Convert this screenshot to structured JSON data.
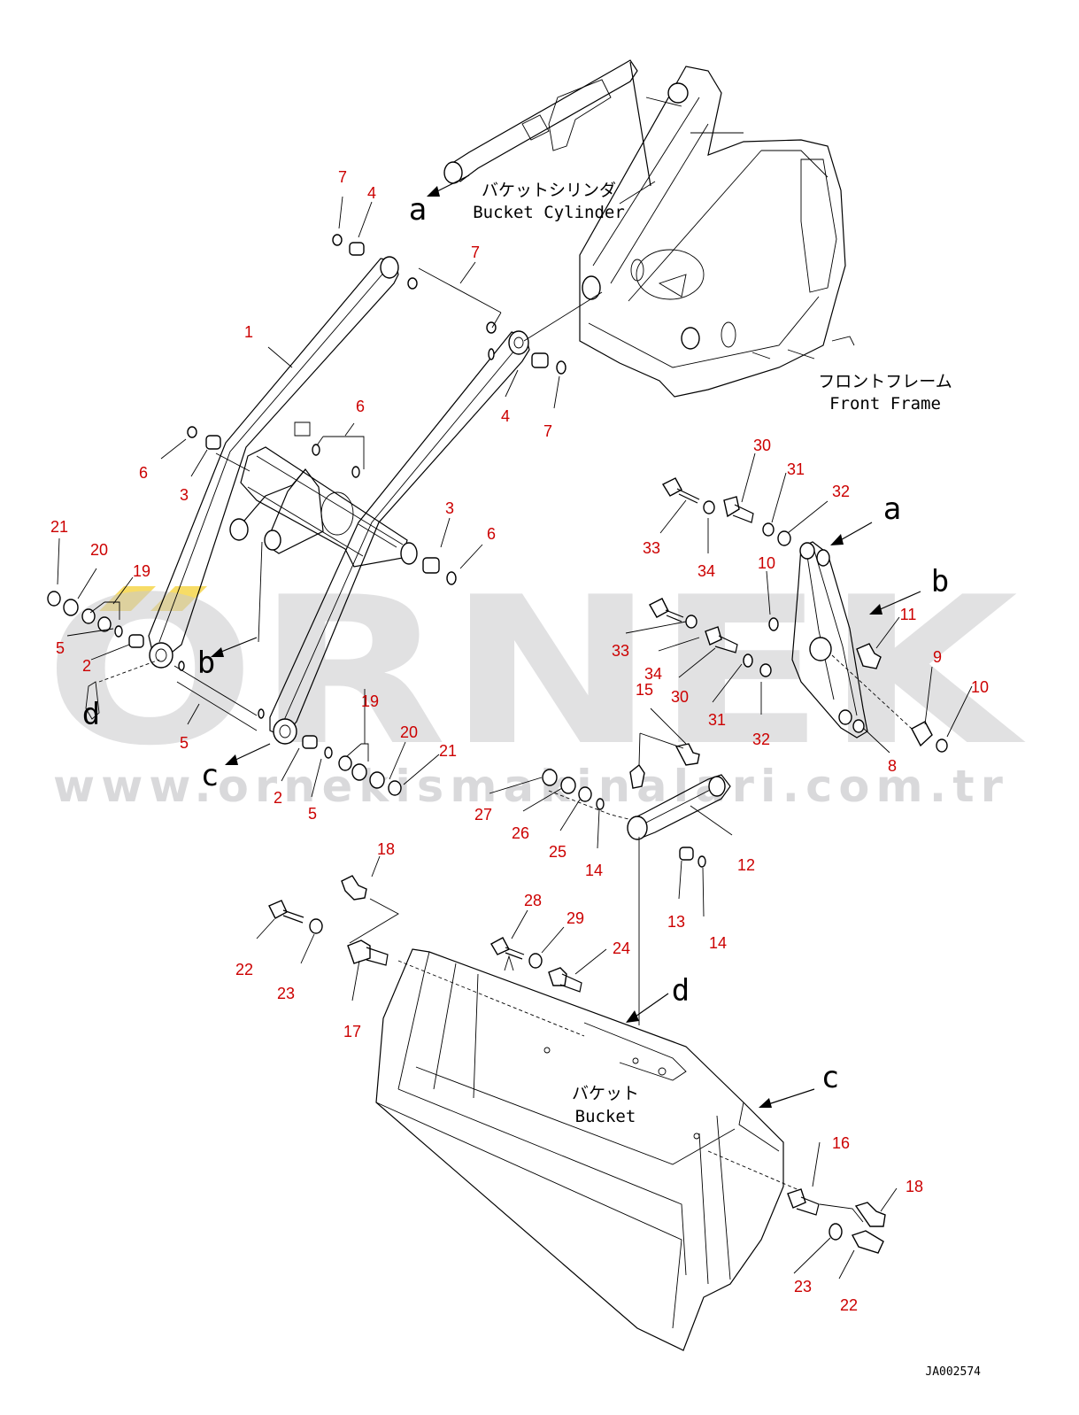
{
  "watermark": {
    "brand": "ORNEK",
    "url": "www.ornekismakinalari.com.tr",
    "accent": "#f2c400"
  },
  "drawing_code": "JA002574",
  "captions": {
    "bucket_cylinder_jp": "バケットシリンダ",
    "bucket_cylinder_en": "Bucket Cylinder",
    "front_frame_jp": "フロントフレーム",
    "front_frame_en": "Front Frame",
    "bucket_jp": "バケット",
    "bucket_en": "Bucket"
  },
  "references": [
    "a",
    "b",
    "c",
    "d",
    "a",
    "b",
    "c",
    "d"
  ],
  "callouts": [
    "7",
    "4",
    "7",
    "1",
    "6",
    "6",
    "3",
    "4",
    "7",
    "3",
    "6",
    "21",
    "20",
    "19",
    "5",
    "2",
    "5",
    "2",
    "19",
    "20",
    "21",
    "5",
    "30",
    "31",
    "32",
    "33",
    "34",
    "10",
    "11",
    "33",
    "34",
    "30",
    "31",
    "32",
    "9",
    "10",
    "15",
    "8",
    "27",
    "26",
    "25",
    "14",
    "12",
    "13",
    "14",
    "18",
    "28",
    "29",
    "24",
    "22",
    "23",
    "17",
    "16",
    "18",
    "23",
    "22"
  ],
  "colors": {
    "callout": "#cc0000",
    "line": "#000000",
    "watermark": "#c9c9cc"
  }
}
